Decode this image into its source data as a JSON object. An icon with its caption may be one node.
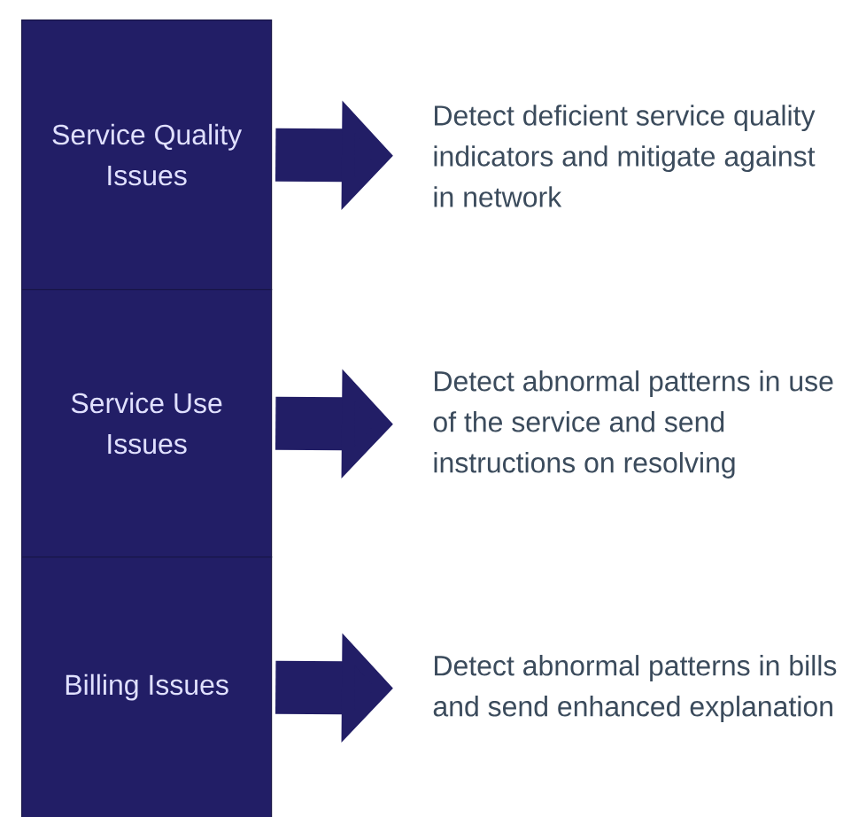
{
  "diagram": {
    "nodes": [
      {
        "text": [
          "Service Quality Issues"
        ]
      },
      {
        "text": [
          "Service Use Issues"
        ]
      },
      {
        "text": [
          "Billing Issues"
        ]
      },
      {
        "text": [
          "Detect deficient service quality indicators and mitigate against in network"
        ]
      },
      {
        "text": [
          "Detect abnormal patterns in use of the service and send instructions on resolving"
        ]
      },
      {
        "text": [
          "Detect abnormal patterns in bills and send enhanced explanation"
        ]
      }
    ],
    "edges": [
      {
        "from": 0,
        "to": 3,
        "arrow": "to"
      },
      {
        "from": 1,
        "to": 4,
        "arrow": "to"
      },
      {
        "from": 2,
        "to": 5,
        "arrow": "to"
      }
    ]
  }
}
